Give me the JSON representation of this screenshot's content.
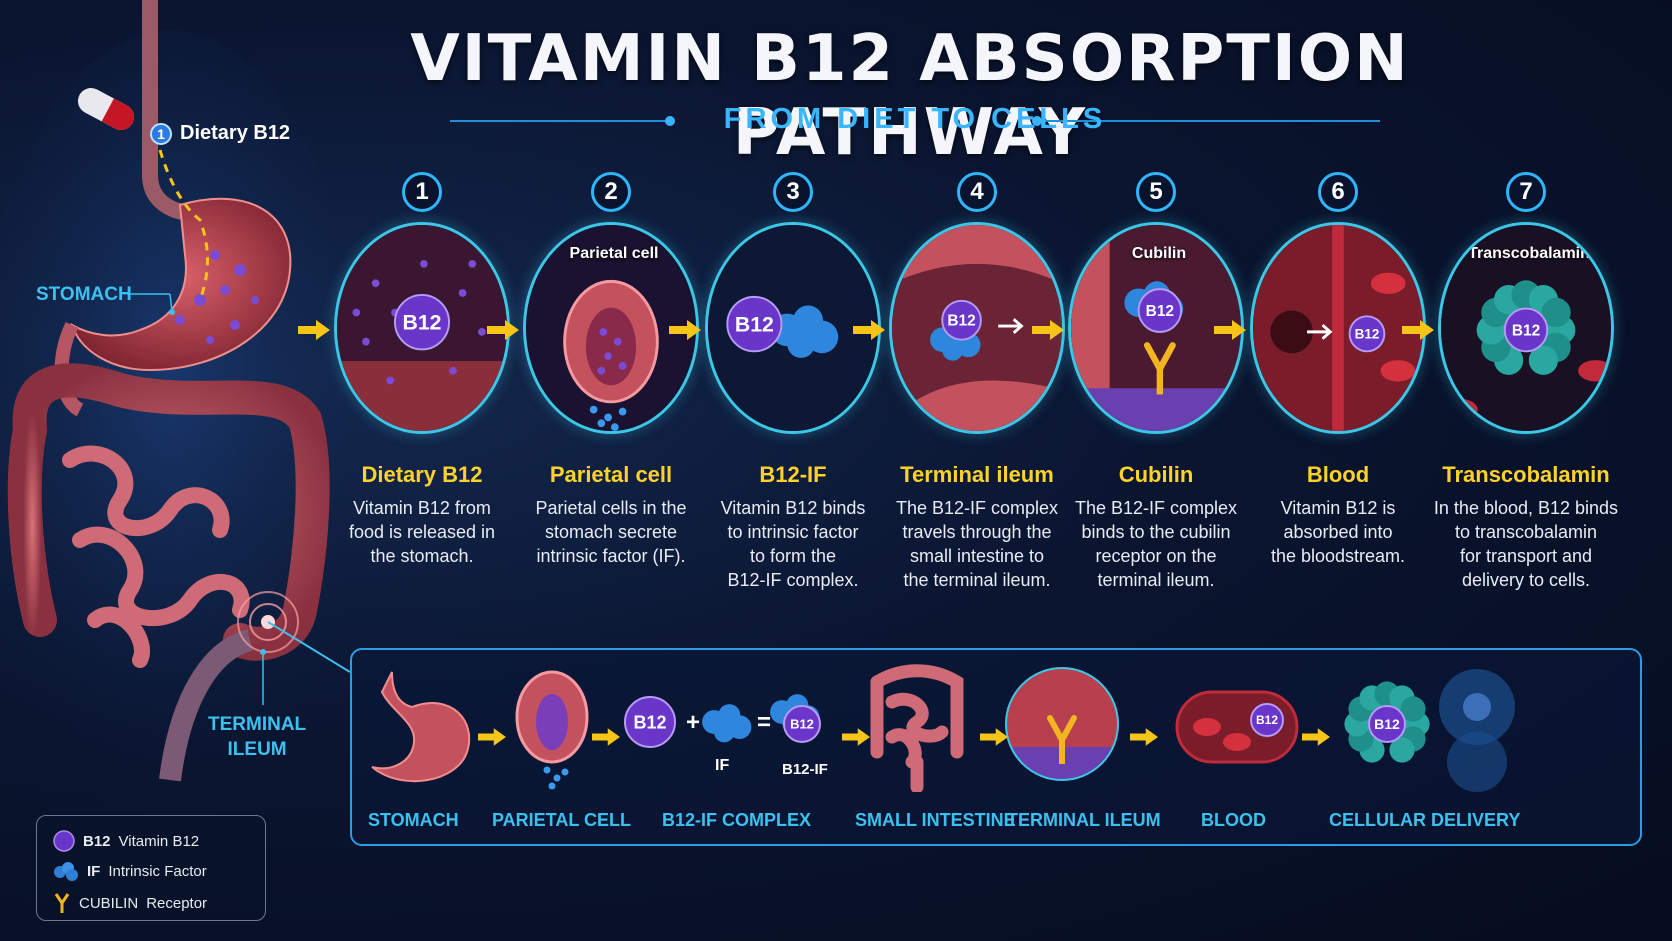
{
  "header": {
    "title": "VITAMIN B12 ABSORPTION PATHWAY",
    "subtitle": "FROM DIET TO CELLS"
  },
  "anatomy": {
    "dietary_marker_num": "1",
    "dietary_label": "Dietary B12",
    "stomach_label": "STOMACH",
    "ileum_label_1": "TERMINAL",
    "ileum_label_2": "ILEUM"
  },
  "molecule_label": "B12",
  "if_label": "IF",
  "steps": [
    {
      "num": "1",
      "title": "Dietary B12",
      "desc": [
        "Vitamin B12 from",
        "food is released in",
        "the stomach."
      ],
      "caption": ""
    },
    {
      "num": "2",
      "title": "Parietal cell",
      "desc": [
        "Parietal cells in the",
        "stomach secrete",
        "intrinsic factor (IF)."
      ],
      "caption": "Parietal cell"
    },
    {
      "num": "3",
      "title": "B12-IF",
      "desc": [
        "Vitamin B12 binds",
        "to intrinsic factor",
        "to form the",
        "B12-IF complex."
      ],
      "caption": ""
    },
    {
      "num": "4",
      "title": "Terminal ileum",
      "desc": [
        "The B12-IF complex",
        "travels through the",
        "small intestine to",
        "the terminal ileum."
      ],
      "caption": ""
    },
    {
      "num": "5",
      "title": "Cubilin",
      "desc": [
        "The B12-IF complex",
        "binds to the cubilin",
        "receptor on the",
        "terminal ileum."
      ],
      "caption": "Cubilin"
    },
    {
      "num": "6",
      "title": "Blood",
      "desc": [
        "Vitamin B12 is",
        "absorbed into",
        "the bloodstream."
      ],
      "caption": ""
    },
    {
      "num": "7",
      "title": "Transcobalamin",
      "desc": [
        "In the blood, B12 binds",
        "to transcobalamin",
        "for transport and",
        "delivery to cells."
      ],
      "caption": "Transcobalamin"
    }
  ],
  "panel": {
    "labels": [
      "STOMACH",
      "PARIETAL CELL",
      "B12-IF COMPLEX",
      "SMALL INTESTINE",
      "TERMINAL ILEUM",
      "BLOOD",
      "CELLULAR DELIVERY"
    ],
    "plus": "+",
    "equals": "=",
    "if_text": "IF",
    "complex_text": "B12-IF"
  },
  "legend": [
    {
      "key": "B12",
      "text": "Vitamin B12"
    },
    {
      "key": "IF",
      "text": "Intrinsic Factor"
    },
    {
      "key": "CUBILIN",
      "text": "Receptor"
    }
  ],
  "colors": {
    "accent_blue": "#38b6ff",
    "step_title_yellow": "#ffd12b",
    "circle_border": "#3cc7e6",
    "molecule_purple": "#6a36c9",
    "if_blue": "#2f7fd6",
    "tissue_red": "#b8404e"
  }
}
